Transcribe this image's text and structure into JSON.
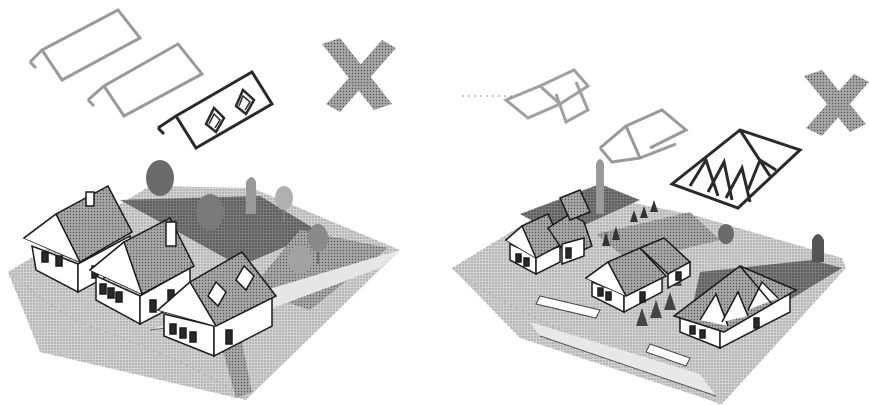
{
  "figure": {
    "left_panel": {
      "roof_outlines": [
        "plain-gable-roof",
        "plain-gable-roof",
        "gable-roof-with-dormers"
      ],
      "cross_mark": "x-icon",
      "scene": "isometric-street-with-three-gabled-houses"
    },
    "right_panel": {
      "roof_outlines": [
        "cross-gable-roof",
        "l-shaped-roof",
        "multi-gable-roof"
      ],
      "cross_mark": "x-icon",
      "scene": "isometric-street-with-three-compound-roof-houses"
    },
    "colors": {
      "line": "#1a1a1a",
      "ground": "#c8c8c8",
      "ground_dark": "#9a9a9a",
      "shadow": "#6a6a6a",
      "roof": "#8a8a8a",
      "roof_dark": "#5a5a5a",
      "wall": "#ffffff",
      "cross": "#6e6e6e"
    }
  }
}
